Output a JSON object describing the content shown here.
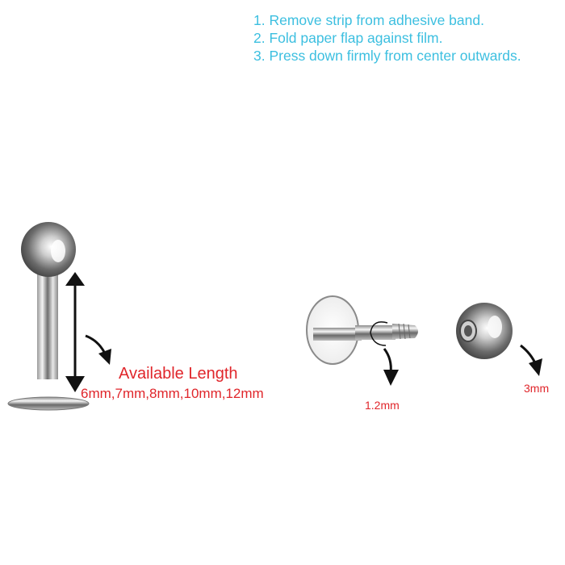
{
  "instructions": {
    "steps": [
      "1. Remove strip from adhesive band.",
      "2. Fold paper flap against film.",
      "3. Press down firmly from center outwards."
    ],
    "color": "#3cbfe0"
  },
  "length_callout": {
    "title": "Available Length",
    "sizes": "6mm,7mm,8mm,10mm,12mm",
    "color": "#e0262b"
  },
  "gauge_callout": {
    "label": "1.2mm"
  },
  "ball_callout": {
    "label": "3mm"
  },
  "icons": [
    "labret-stud-assembled",
    "labret-stud-disassembled",
    "ball-end",
    "double-arrow",
    "curved-arrow"
  ]
}
